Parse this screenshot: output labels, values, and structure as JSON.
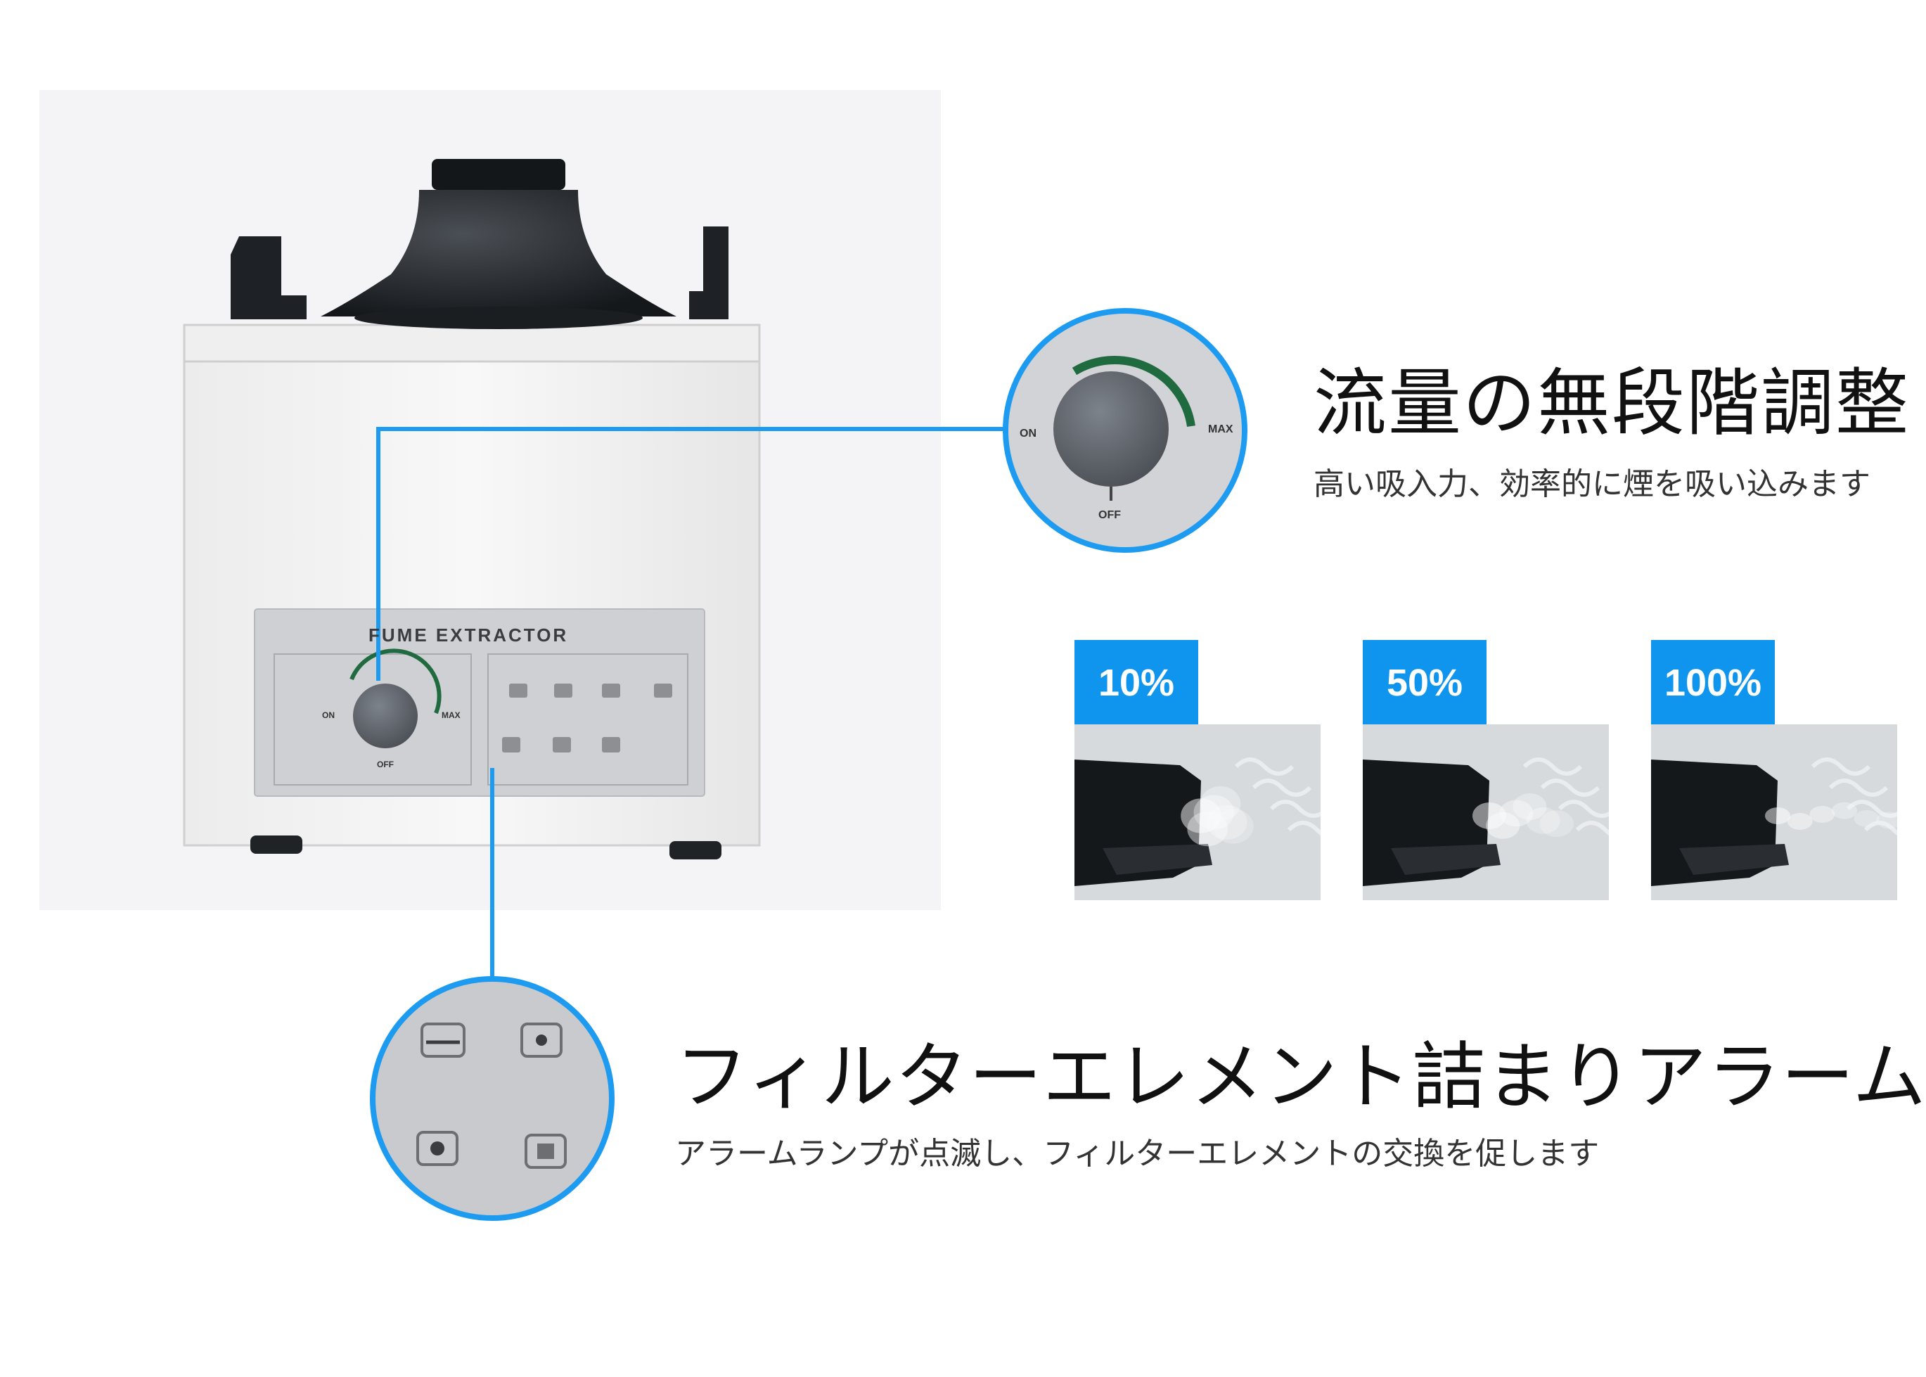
{
  "device": {
    "panel_label": "FUME EXTRACTOR",
    "knob_on": "ON",
    "knob_max": "MAX",
    "knob_off": "OFF"
  },
  "features": [
    {
      "title": "流量の無段階調整",
      "subtitle": "高い吸入力、効率的に煙を吸い込みます"
    },
    {
      "title": "フィルターエレメント詰まりアラーム",
      "subtitle": "アラームランプが点滅し、フィルターエレメントの交換を促します"
    }
  ],
  "levels": [
    {
      "label": "10%",
      "strength": 0.1
    },
    {
      "label": "50%",
      "strength": 0.5
    },
    {
      "label": "100%",
      "strength": 1.0
    }
  ],
  "colors": {
    "accent": "#0f95ee",
    "callout_line": "#1d9bf0",
    "device_body": "#f1f1f1",
    "panel": "#cfd0d3",
    "knob": "#5b6068",
    "dial_arc": "#1f6a3e"
  },
  "icons": [
    "filter-icon",
    "fan-icon",
    "smoke-icon",
    "cloud-icon",
    "leaf-icon",
    "gear-icon",
    "timer-icon"
  ]
}
